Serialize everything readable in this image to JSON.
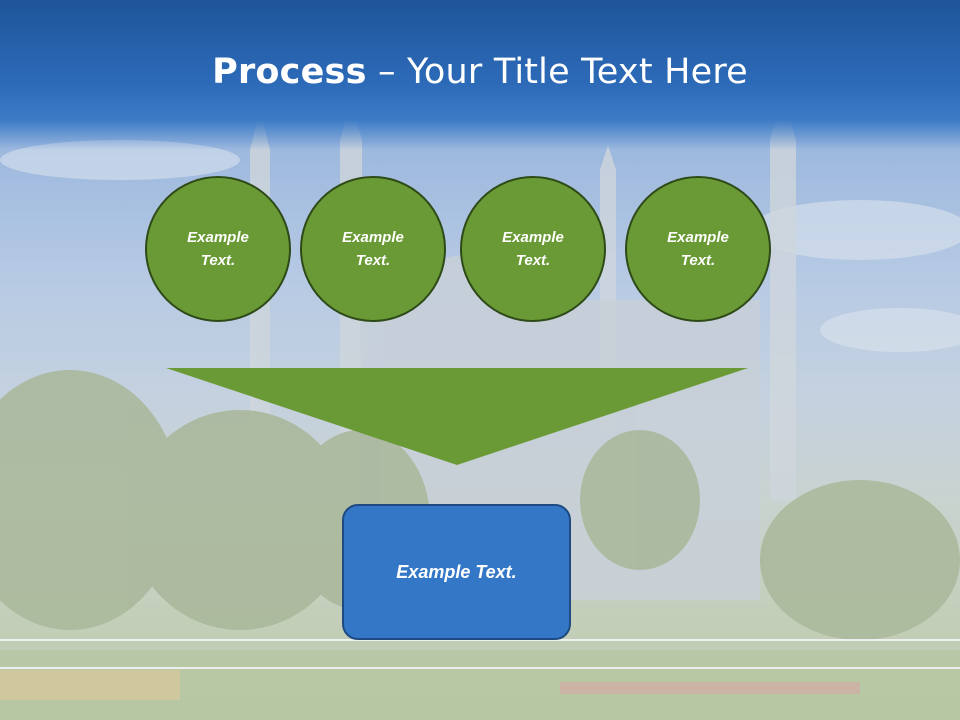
{
  "slide": {
    "title_bold": "Process",
    "title_rest": " – Your Title Text Here",
    "circles": [
      {
        "label": "Example Text."
      },
      {
        "label": "Example Text."
      },
      {
        "label": "Example Text."
      },
      {
        "label": "Example Text."
      }
    ],
    "box_label": "Example Text.",
    "colors": {
      "header": "#2c6ab8",
      "circle_fill": "#6a9a35",
      "arrow_fill": "#6a9a35",
      "box_fill": "#3377c6"
    }
  }
}
